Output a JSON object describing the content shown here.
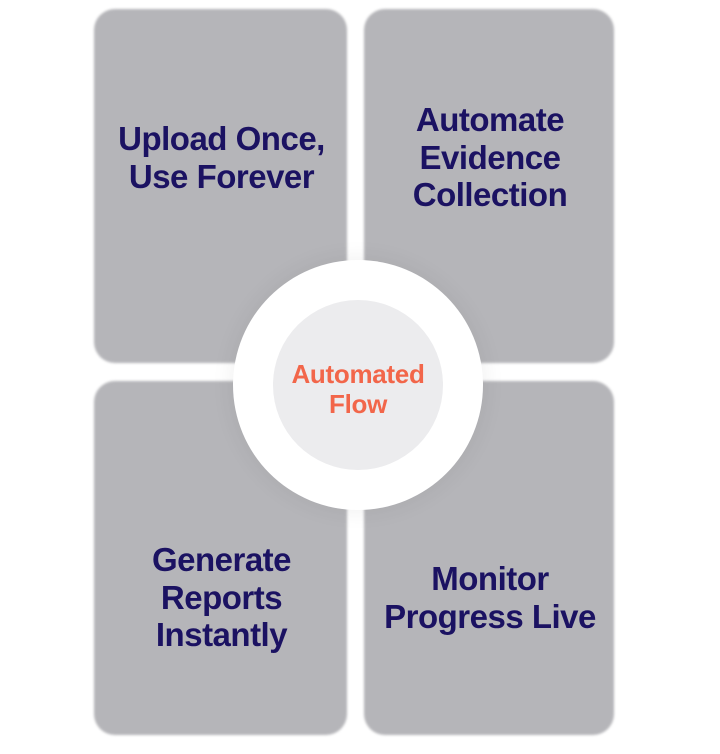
{
  "colors": {
    "background": "#ffffff",
    "card_background": "#f0f0f2",
    "card_shadow": "#b5b5b9",
    "card_heading_text": "#1b1262",
    "center_badge_ring": "#ffffff",
    "center_badge_inner_circle": "#ececee",
    "center_badge_text": "#f2664a"
  },
  "diagram": {
    "center_badge": {
      "label": "Automated\nFlow"
    },
    "cards": [
      {
        "position": "top-left",
        "label": "Upload Once,\nUse Forever"
      },
      {
        "position": "top-right",
        "label": "Automate\nEvidence\nCollection"
      },
      {
        "position": "bottom-left",
        "label": "Generate\nReports\nInstantly"
      },
      {
        "position": "bottom-right",
        "label": "Monitor\nProgress Live"
      }
    ]
  }
}
